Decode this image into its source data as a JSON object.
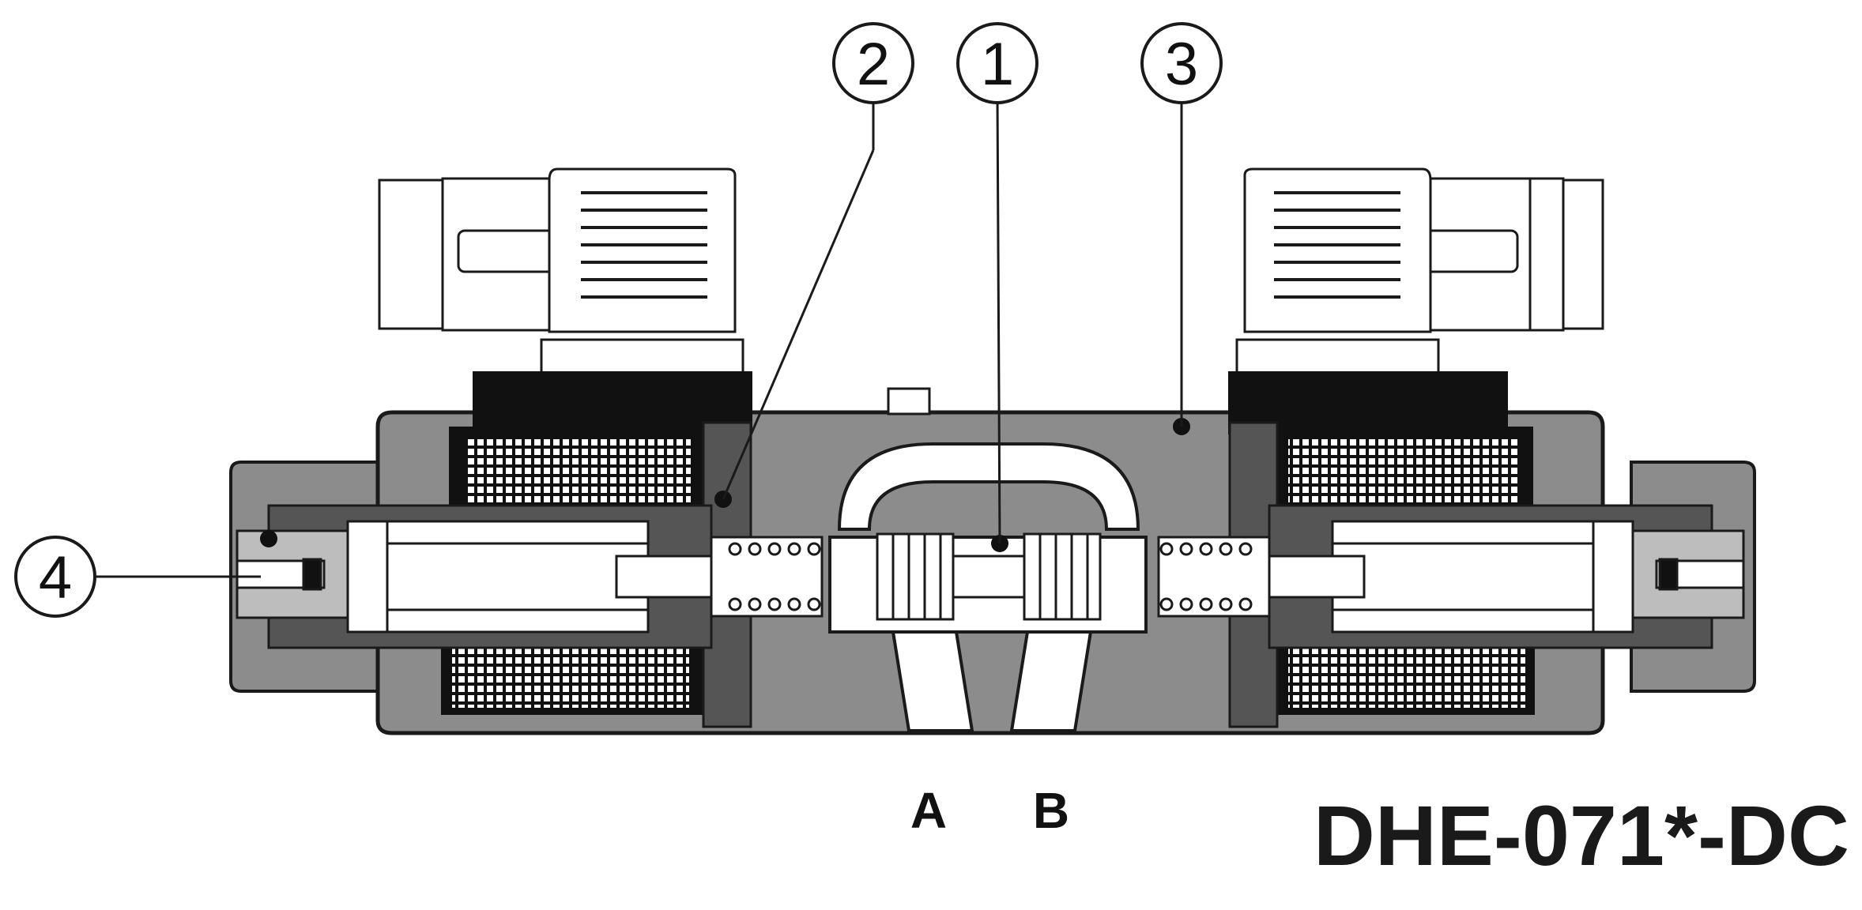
{
  "callouts": [
    {
      "id": "1",
      "label": "1"
    },
    {
      "id": "2",
      "label": "2"
    },
    {
      "id": "3",
      "label": "3"
    },
    {
      "id": "4",
      "label": "4"
    }
  ],
  "ports": {
    "a": "A",
    "b": "B"
  },
  "model_label": "DHE-071*-DC",
  "colors": {
    "body": "#8c8c8c",
    "coil": "#111111",
    "outline": "#1a1a1a",
    "light": "#ffffff",
    "mid": "#bdbdbd"
  }
}
